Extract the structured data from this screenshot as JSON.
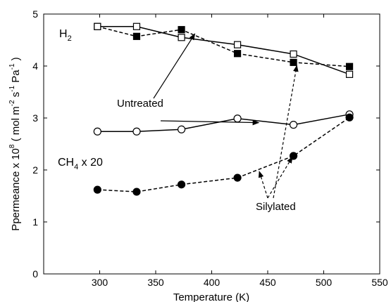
{
  "chart_data": {
    "type": "line",
    "xlabel": "Temperature (K)",
    "ylabel": {
      "main": "Ppermeance x 10",
      "exp": "8",
      "units_open": " ( mol m",
      "units_exp1": "-2",
      "units_s": " s",
      "units_exp2": "-1",
      "units_pa": " Pa",
      "units_exp3": "-1",
      "units_close": " )"
    },
    "xlim": [
      250,
      550
    ],
    "ylim": [
      0,
      5
    ],
    "xticks": [
      300,
      350,
      400,
      450,
      500,
      550
    ],
    "yticks": [
      0,
      1,
      2,
      3,
      4,
      5
    ],
    "grid": false,
    "series": [
      {
        "x": [
          298,
          333,
          373,
          423,
          473,
          523
        ],
        "y": [
          4.76,
          4.57,
          4.7,
          4.24,
          4.07,
          3.99
        ],
        "marker": "square-filled",
        "dash": true
      },
      {
        "x": [
          298,
          333,
          373,
          423,
          473,
          523
        ],
        "y": [
          4.76,
          4.76,
          4.55,
          4.41,
          4.23,
          3.84
        ],
        "marker": "square-open",
        "dash": false
      },
      {
        "x": [
          298,
          333,
          373,
          423,
          473,
          523
        ],
        "y": [
          2.74,
          2.74,
          2.78,
          2.99,
          2.87,
          3.07
        ],
        "marker": "circle-open",
        "dash": false
      },
      {
        "x": [
          298,
          333,
          373,
          423,
          473,
          523
        ],
        "y": [
          1.62,
          1.58,
          1.72,
          1.85,
          2.27,
          3.01
        ],
        "marker": "circle-filled",
        "dash": true
      }
    ],
    "annotations": {
      "h2": {
        "main": "H",
        "sub": "2"
      },
      "ch4": {
        "main": "CH",
        "sub": "4",
        "suffix": " x 20"
      },
      "untreated": "Untreated",
      "silylated": "Silylated"
    }
  }
}
